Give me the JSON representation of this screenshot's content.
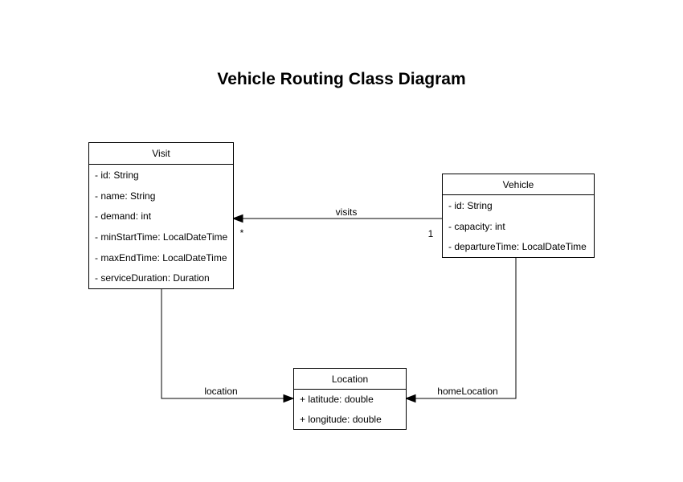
{
  "title": "Vehicle Routing Class Diagram",
  "classes": [
    {
      "name": "Visit",
      "attributes": [
        "- id: String",
        "- name: String",
        "- demand: int",
        "- minStartTime: LocalDateTime",
        "- maxEndTime: LocalDateTime",
        "- serviceDuration: Duration"
      ]
    },
    {
      "name": "Vehicle",
      "attributes": [
        "- id: String",
        "- capacity: int",
        "- departureTime: LocalDateTime"
      ]
    },
    {
      "name": "Location",
      "attributes": [
        "+ latitude: double",
        "+ longitude: double"
      ]
    }
  ],
  "relationships": [
    {
      "label": "visits",
      "from": "Vehicle",
      "to": "Visit",
      "from_multiplicity": "1",
      "to_multiplicity": "*"
    },
    {
      "label": "location",
      "from": "Visit",
      "to": "Location"
    },
    {
      "label": "homeLocation",
      "from": "Vehicle",
      "to": "Location"
    }
  ],
  "colors": {
    "stroke": "#000000",
    "fill": "#ffffff",
    "text": "#000000"
  }
}
